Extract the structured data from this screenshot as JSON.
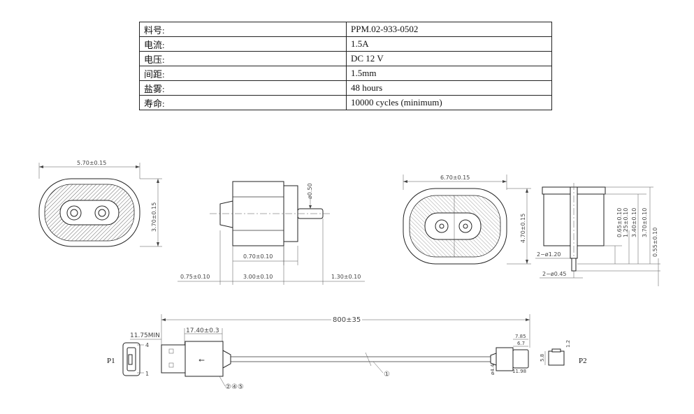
{
  "spec_table": {
    "rows": [
      {
        "key": "料号:",
        "value": "PPM.02-933-0502"
      },
      {
        "key": "电流:",
        "value": "1.5A"
      },
      {
        "key": "电压:",
        "value": "DC 12 V"
      },
      {
        "key": "间距:",
        "value": "1.5mm"
      },
      {
        "key": "盐雾:",
        "value": "48 hours"
      },
      {
        "key": "寿命:",
        "value": "10000 cycles (minimum)"
      }
    ]
  },
  "views": {
    "front_left": {
      "width_dim": "5.70±0.15",
      "height_dim": "3.70±0.15"
    },
    "side": {
      "pin_dia": "ø0.50",
      "step_dim": "0.70±0.10",
      "dims": [
        "0.75±0.10",
        "3.00±0.10",
        "1.30±0.10"
      ]
    },
    "front_right": {
      "width_dim": "6.70±0.15",
      "height_dim": "4.70±0.15"
    },
    "profile": {
      "pin_a": "2−ø1.20",
      "pin_b": "2−ø0.45",
      "v_dims": [
        "0.65±0.10",
        "1.25±0.10",
        "3.40±0.10",
        "3.70±0.10",
        "0.55±0.10"
      ]
    }
  },
  "cable": {
    "length": "800±35",
    "min_len": "11.75MIN",
    "plug_len": "17.40±0.3",
    "p1": "P1",
    "p2": "P2",
    "pin4": "4",
    "pin1": "1",
    "callout_a": "②④⑤",
    "callout_b": "①",
    "p2_dims": [
      "7.85",
      "6.7",
      "11.98",
      "ø4.4",
      "5.8",
      "1.2"
    ]
  }
}
